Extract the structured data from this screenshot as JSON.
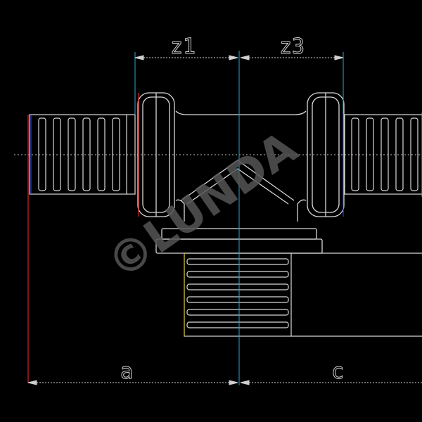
{
  "drawing": {
    "background": "#000000",
    "colors": {
      "outline": "#d8d8d8",
      "dimension": "#cfcfcf",
      "centerline": "#2aa8c8",
      "fringe_red": "#ff3030",
      "fringe_blue": "#3050ff",
      "fringe_green": "#30d040",
      "fringe_yellow": "#e0d020",
      "watermark": "#555555"
    },
    "labels": {
      "z1": "z1",
      "z3": "z3",
      "a": "a",
      "c": "c"
    },
    "watermark_text": "©LUNDA"
  }
}
